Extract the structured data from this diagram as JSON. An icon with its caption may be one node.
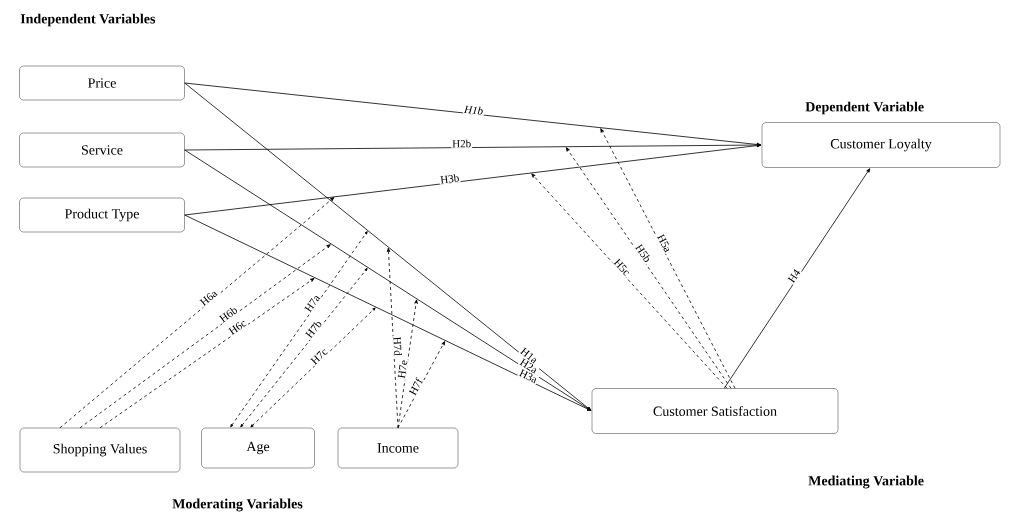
{
  "diagram": {
    "nodes": [
      {
        "text": [
          "Price"
        ]
      },
      {
        "text": [
          "Service"
        ]
      },
      {
        "text": [
          "Product Type"
        ]
      },
      {
        "text": [
          "Customer Loyalty"
        ]
      },
      {
        "text": [
          "Customer Satisfaction"
        ]
      },
      {
        "text": [
          "Shopping Values"
        ]
      },
      {
        "text": [
          "Age"
        ]
      },
      {
        "text": [
          "Income"
        ]
      }
    ],
    "edges": [
      {
        "from": 0,
        "to": 4,
        "arrow": "to",
        "label": "H1a"
      },
      {
        "from": 1,
        "to": 4,
        "arrow": "to",
        "label": "H2a"
      },
      {
        "from": 2,
        "to": 4,
        "arrow": "to",
        "label": "H3a"
      },
      {
        "from": 0,
        "to": 3,
        "arrow": "to",
        "label": "*H1b*"
      },
      {
        "from": 1,
        "to": 3,
        "arrow": "to",
        "label": "H2b"
      },
      {
        "from": 2,
        "to": 3,
        "arrow": "to",
        "label": "H3b"
      },
      {
        "from": 4,
        "to": 3,
        "arrow": "to",
        "label": "H4"
      },
      {
        "from": 4,
        "to": null,
        "arrow": "to",
        "label": "H5a",
        "style": "dashed"
      },
      {
        "from": 4,
        "to": null,
        "arrow": "to",
        "label": "H5b",
        "style": "dashed"
      },
      {
        "from": 4,
        "to": null,
        "arrow": "to",
        "label": "H5c",
        "style": "dashed"
      },
      {
        "from": 5,
        "to": null,
        "arrow": "to",
        "label": "H6a",
        "style": "dashed"
      },
      {
        "from": 5,
        "to": null,
        "arrow": "to",
        "label": "H6b",
        "style": "dashed"
      },
      {
        "from": 5,
        "to": null,
        "arrow": "to",
        "label": "H6c",
        "style": "dashed"
      },
      {
        "from": 6,
        "to": null,
        "arrow": "both",
        "label": "H7a",
        "style": "dashed"
      },
      {
        "from": 6,
        "to": null,
        "arrow": "both",
        "label": "H7b",
        "style": "dashed"
      },
      {
        "from": 6,
        "to": null,
        "arrow": "both",
        "label": "H7c",
        "style": "dashed"
      },
      {
        "from": 7,
        "to": null,
        "arrow": "to",
        "label": "H7d",
        "style": "dashed"
      },
      {
        "from": 7,
        "to": null,
        "arrow": "to",
        "label": "H7e",
        "style": "dashed"
      },
      {
        "from": 7,
        "to": null,
        "arrow": "to",
        "label": "H7f",
        "style": "dashed"
      }
    ],
    "labels": [
      "Independent Variables",
      "Dependent Variable",
      "Mediating Variable",
      "Moderating Variables"
    ]
  }
}
